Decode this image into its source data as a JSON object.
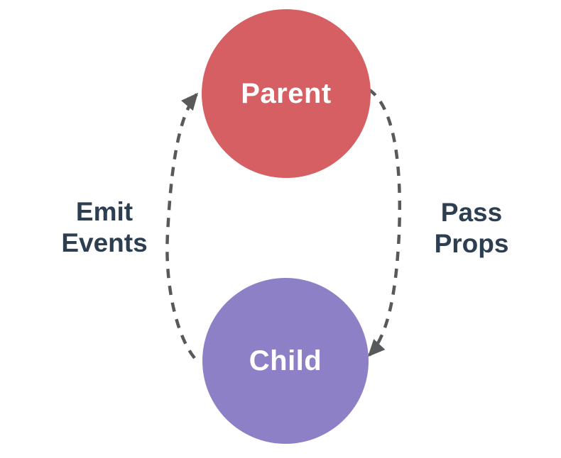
{
  "diagram": {
    "type": "component-communication-cycle",
    "background": "#FFFFFF",
    "label_color": "#2C3E50",
    "nodes": [
      {
        "id": "parent",
        "label": "Parent",
        "shape": "circle",
        "color": "#D65F63",
        "text_color": "#FFFFFF",
        "position": "top"
      },
      {
        "id": "child",
        "label": "Child",
        "shape": "circle",
        "color": "#8E80C6",
        "text_color": "#FFFFFF",
        "position": "bottom"
      }
    ],
    "edges": [
      {
        "id": "emit-events",
        "label": "Emit Events",
        "from": "child",
        "to": "parent",
        "side": "left",
        "direction": "up",
        "style": "dashed",
        "color": "#58595B",
        "arrowhead": "filled-triangle"
      },
      {
        "id": "pass-props",
        "label": "Pass Props",
        "from": "parent",
        "to": "child",
        "side": "right",
        "direction": "down",
        "style": "dashed",
        "color": "#58595B",
        "arrowhead": "filled-triangle"
      }
    ]
  }
}
